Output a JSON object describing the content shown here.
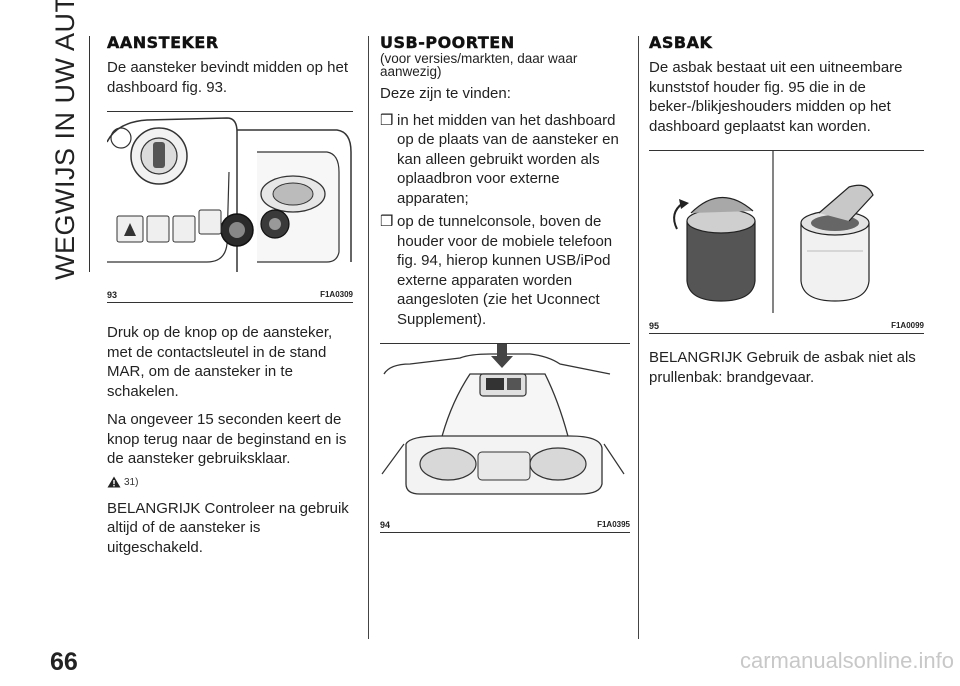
{
  "side_title": "WEGWIJS IN UW AUTO",
  "page_number": "66",
  "watermark": "carmanualsonline.info",
  "col1": {
    "heading": "AANSTEKER",
    "intro": "De aansteker bevindt midden op het dashboard fig. 93.",
    "figure": {
      "number": "93",
      "code": "F1A0309"
    },
    "para1": "Druk op de knop op de aansteker, met de contactsleutel in de stand MAR, om de aansteker in te schakelen.",
    "para2": "Na ongeveer 15 seconden keert de knop terug naar de beginstand en is de aansteker gebruiksklaar.",
    "warning_ref": "31)",
    "para3": "BELANGRIJK Controleer na gebruik altijd of de aansteker is uitgeschakeld."
  },
  "col2": {
    "heading": "USB-POORTEN",
    "subheading": "(voor versies/markten, daar waar aanwezig)",
    "intro": "Deze zijn te vinden:",
    "bullet_mark": "❒",
    "bullets": [
      "in het midden van het dashboard op de plaats van de aansteker en kan alleen gebruikt worden als oplaadbron voor externe apparaten;",
      "op de tunnelconsole, boven de houder voor de mobiele telefoon fig. 94, hierop kunnen USB/iPod externe apparaten worden aangesloten (zie het Uconnect Supplement)."
    ],
    "figure": {
      "number": "94",
      "code": "F1A0395"
    }
  },
  "col3": {
    "heading": "ASBAK",
    "intro": "De asbak bestaat uit een uitneembare kunststof houder fig. 95 die in de beker-/blikjeshouders midden op het dashboard geplaatst kan worden.",
    "figure": {
      "number": "95",
      "code": "F1A0099"
    },
    "para1": "BELANGRIJK Gebruik de asbak niet als prullenbak: brandgevaar."
  }
}
